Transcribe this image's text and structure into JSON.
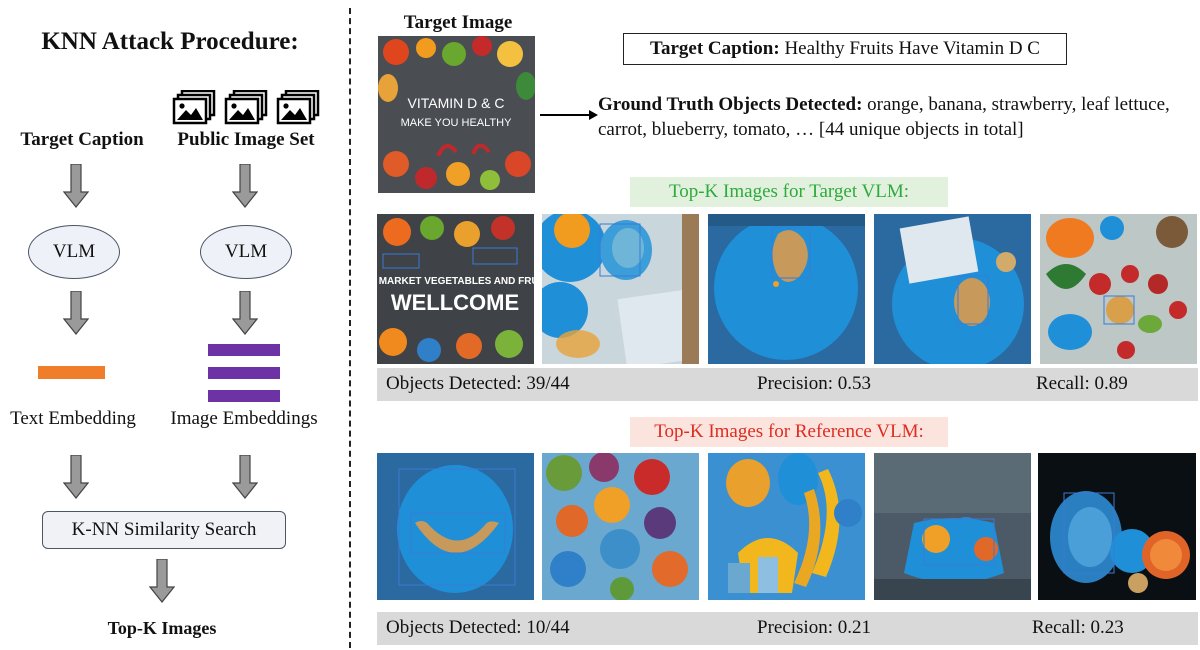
{
  "procedure": {
    "title": "KNN Attack Procedure:",
    "target_caption_label": "Target Caption",
    "public_image_set_label": "Public Image Set",
    "vlm_left": "VLM",
    "vlm_right": "VLM",
    "text_embedding_label": "Text Embedding",
    "image_embeddings_label": "Image Embeddings",
    "knn_search_label": "K-NN Similarity Search",
    "output_label": "Top-K Images"
  },
  "target": {
    "image_label": "Target Image",
    "image_text_line1": "VITAMIN D & C",
    "image_text_line2": "MAKE YOU HEALTHY",
    "caption_prefix": "Target Caption:",
    "caption_value": "Healthy Fruits Have Vitamin D C",
    "ground_truth_prefix": "Ground Truth Objects Detected:",
    "ground_truth_value": "orange, banana, strawberry, leaf lettuce, carrot, blueberry, tomato, … [44 unique objects in total]"
  },
  "target_vlm": {
    "label": "Top-K Images for Target VLM:",
    "thumb1_line1": "TOP MARKET VEGETABLES AND FRUITS",
    "thumb1_line2": "WELLCOME",
    "stats": {
      "objects": "Objects Detected: 39/44",
      "precision": "Precision: 0.53",
      "recall": "Recall: 0.89"
    }
  },
  "reference_vlm": {
    "label": "Top-K Images for Reference VLM:",
    "stats": {
      "objects": "Objects Detected: 10/44",
      "precision": "Precision: 0.21",
      "recall": "Recall: 0.23"
    }
  },
  "colors": {
    "text_embedding": "#f07d2a",
    "image_embeddings": "#6d33a4",
    "arrow_fill": "#9a9a9a",
    "mask_blue": "#1f8fd8",
    "green_label_text": "#2eaa3c",
    "red_label_text": "#e02b20"
  }
}
